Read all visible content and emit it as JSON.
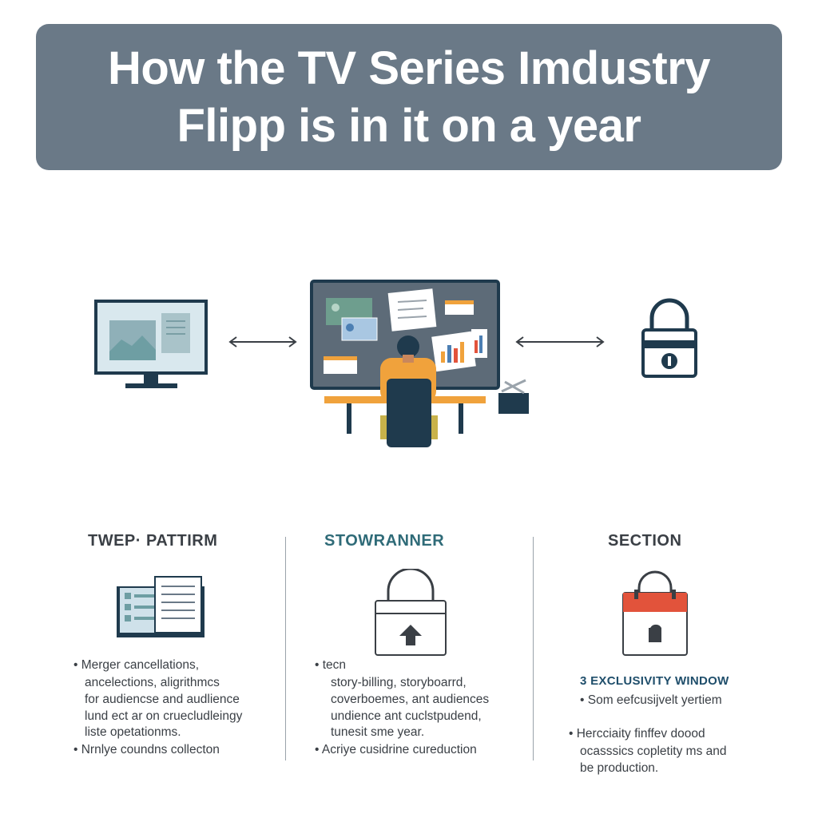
{
  "title": {
    "line1": "How the TV Series Imdustry",
    "line2": "Flipp is in it on a year"
  },
  "columns": [
    {
      "heading": "TWEP· PATTIRM",
      "bullets": [
        "• Merger cancellations,",
        "ancelections, aligrithmcs",
        "for audiencse and audlience",
        "lund ect ar on cruecludleingy",
        "liste opetationms.",
        "• Nrnlye coundns collecton"
      ]
    },
    {
      "heading": "STOWRANNER",
      "bullets": [
        "• tecn",
        "story-billing, storyboarrd,",
        "coverboemes, ant audiences",
        "undience ant cuclstpudend,",
        "tunesit sme year.",
        "• Acriye cusidrine cureduction"
      ]
    },
    {
      "heading": "SECTION",
      "subheading": "3 EXCLUSIVITY WINDOW",
      "bullets": [
        "• Som eefcusijvelt yertiem",
        "• Hercciaity finffev doood",
        "ocasssics copletity ms and",
        "be production."
      ]
    }
  ],
  "colors": {
    "banner": "#6a7987",
    "navy": "#1f3a4d",
    "orange": "#f0a23c",
    "red": "#e2533b",
    "teal": "#2f6b78"
  }
}
